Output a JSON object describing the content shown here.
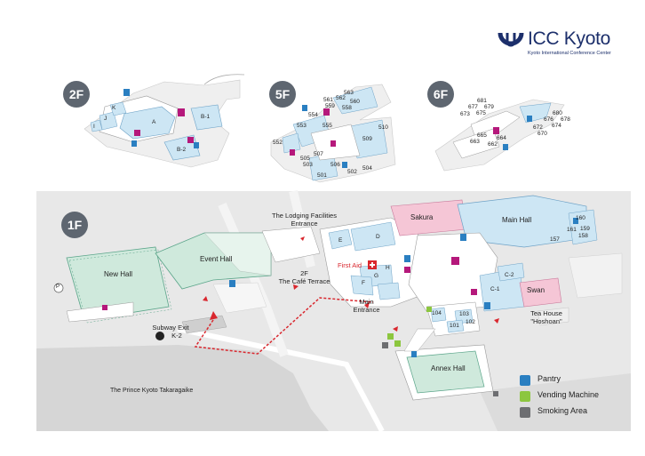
{
  "logo": {
    "title": "ICC Kyoto",
    "subtitle": "Kyoto International Conference Center",
    "color": "#1c2f6b"
  },
  "floors": {
    "f2": {
      "badge": "2F",
      "rooms": [
        "A",
        "B-1",
        "B-2",
        "I",
        "J",
        "K"
      ]
    },
    "f5": {
      "badge": "5F",
      "rooms": [
        "563",
        "562",
        "561",
        "560",
        "559",
        "558",
        "554",
        "553",
        "555",
        "552",
        "505",
        "503",
        "507",
        "509",
        "510",
        "506",
        "501",
        "502",
        "504"
      ]
    },
    "f6": {
      "badge": "6F",
      "rooms": [
        "681",
        "677",
        "679",
        "673",
        "675",
        "680",
        "676",
        "678",
        "672",
        "674",
        "665",
        "664",
        "663",
        "662",
        "670"
      ]
    },
    "f1": {
      "badge": "1F",
      "rooms": {
        "new_hall": "New Hall",
        "event_hall": "Event Hall",
        "sakura": "Sakura",
        "main_hall": "Main Hall",
        "annex_hall": "Annex Hall",
        "swan": "Swan",
        "d": "D",
        "e": "E",
        "f": "F",
        "g": "G",
        "h": "H",
        "c1": "C-1",
        "c2": "C-2",
        "r101": "101",
        "r102": "102",
        "r103": "103",
        "r104": "104",
        "r157": "157",
        "r158": "158",
        "r159": "159",
        "r160": "160",
        "r161": "161"
      },
      "labels": {
        "lodging_1": "The Lodging Facilities",
        "lodging_2": "Entrance",
        "cafe_1": "2F",
        "cafe_2": "The Café Terrace",
        "first_aid": "First Aid",
        "main_entrance_1": "Main",
        "main_entrance_2": "Entrance",
        "subway_1": "Subway Exit",
        "subway_2": "K-2",
        "tea_1": "Tea House",
        "tea_2": "\"Hoshoan\"",
        "hotel": "The Prince Kyoto Takaragaike",
        "parking": "P"
      }
    }
  },
  "legend": [
    {
      "icon": "pantry-icon",
      "label": "Pantry",
      "color": "#2a7fc1"
    },
    {
      "icon": "vending-machine-icon",
      "label": "Vending Machine",
      "color": "#8cc63f"
    },
    {
      "icon": "smoking-area-icon",
      "label": "Smoking Area",
      "color": "#6d6e71"
    }
  ],
  "colors": {
    "room_blue": "#cde6f4",
    "room_green": "#cfe9dc",
    "room_pink": "#f5c6d6",
    "building": "#ffffff",
    "ground": "#e8e8e8",
    "water": "#dedede",
    "route": "#d9272e",
    "restroom": "#b5187b"
  }
}
